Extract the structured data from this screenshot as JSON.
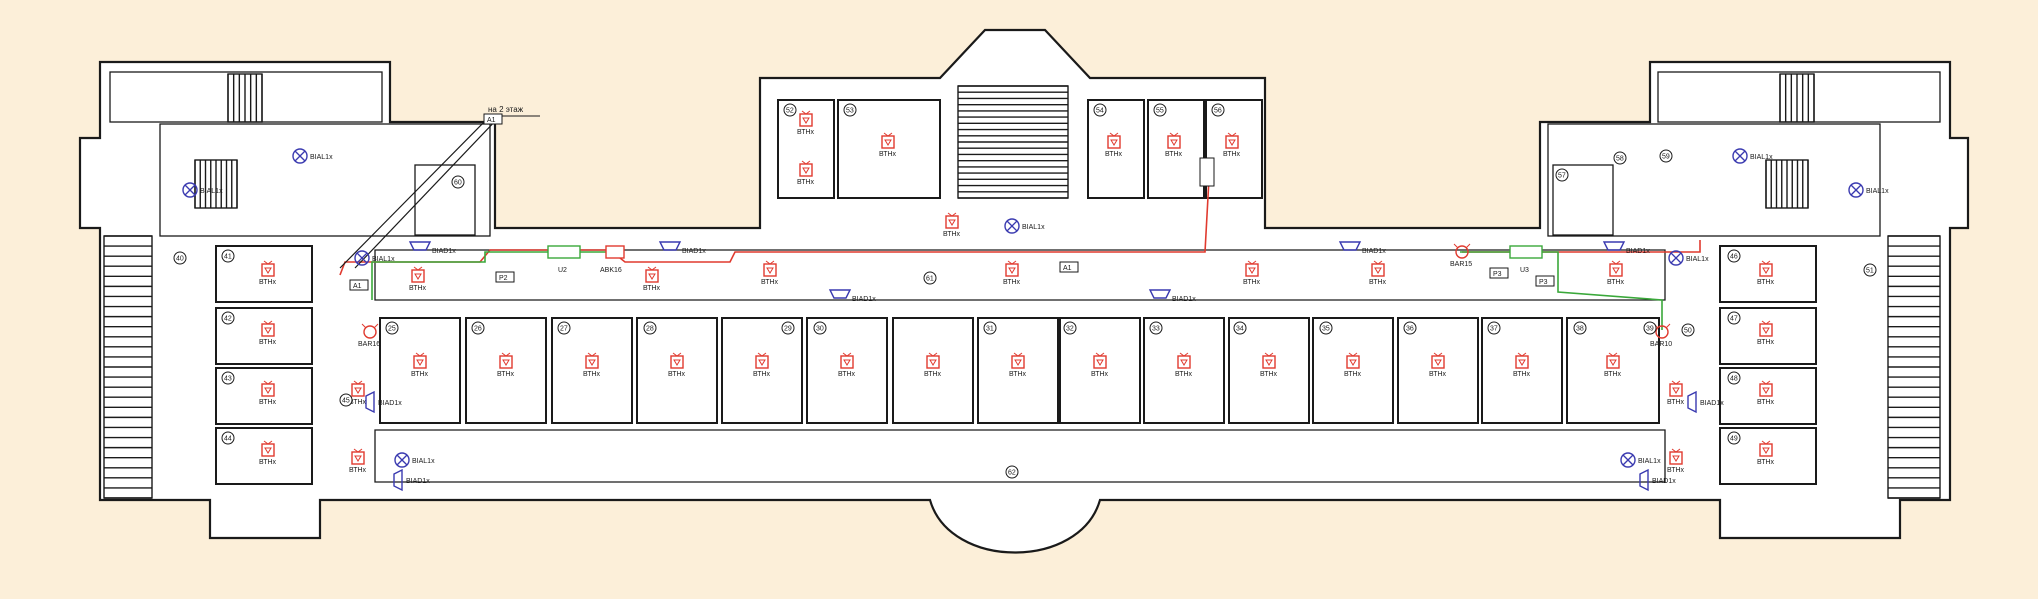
{
  "colors": {
    "background": "#fcefd9",
    "wall": "#1a1a1a",
    "heat_detector": "#e03a2f",
    "siren": "#3a3ab0",
    "cable_red": "#e03a2f",
    "cable_green": "#3aa83a"
  },
  "annotation": {
    "floor_text": "на 2 этаж",
    "floor_tag": "A1"
  },
  "labels": {
    "detector": "ВТНх",
    "lamp": "BIAL1x",
    "siren": "BIAD1x",
    "alarm": "BAR10",
    "alarm2": "BAR16",
    "alarm3": "BAR15",
    "module_left": "U2",
    "module_right": "U3",
    "panel_left": "ABK16",
    "box_a1": "A1",
    "box_p2": "P2",
    "box_p3": "P3"
  },
  "icons": {
    "detector": "heat-detector-icon",
    "lamp": "warning-lamp-icon",
    "siren": "siren-horn-icon",
    "alarm": "alarm-bell-icon",
    "room_number": "room-number-icon"
  },
  "room_numbers": [
    "25",
    "26",
    "27",
    "28",
    "29",
    "30",
    "31",
    "32",
    "33",
    "34",
    "35",
    "36",
    "37",
    "38",
    "39",
    "40",
    "41",
    "42",
    "43",
    "44",
    "45",
    "46",
    "47",
    "48",
    "49",
    "50",
    "51",
    "52",
    "53",
    "54",
    "55",
    "56",
    "57",
    "58",
    "59",
    "60",
    "61",
    "62"
  ]
}
